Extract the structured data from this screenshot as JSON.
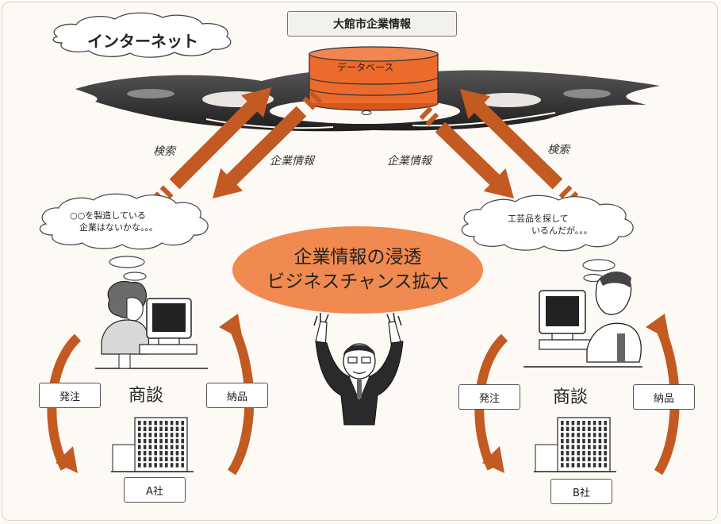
{
  "database_title": "大館市企業情報",
  "internet_label": "インターネット",
  "database_label": "データベース",
  "arrows": {
    "left_search": "検索",
    "left_info": "企業情報",
    "right_info": "企業情報",
    "right_search": "検索"
  },
  "left_thought": [
    "○○を製造している",
    "企業はないかな。。。"
  ],
  "right_thought": [
    "工芸品を探して",
    "いるんだが。。。"
  ],
  "center_message": [
    "企業情報の浸透",
    "ビジネスチャンス拡大"
  ],
  "left_company": {
    "order": "発注",
    "negotiation": "商談",
    "delivery": "納品",
    "name": "A社"
  },
  "right_company": {
    "order": "発注",
    "negotiation": "商談",
    "delivery": "納品",
    "name": "B社"
  },
  "colors": {
    "arrow": "#c35a22",
    "database": "#ec6a2c",
    "center_ellipse": "#f08a50",
    "cloud_dark": "#2b2b2b"
  }
}
